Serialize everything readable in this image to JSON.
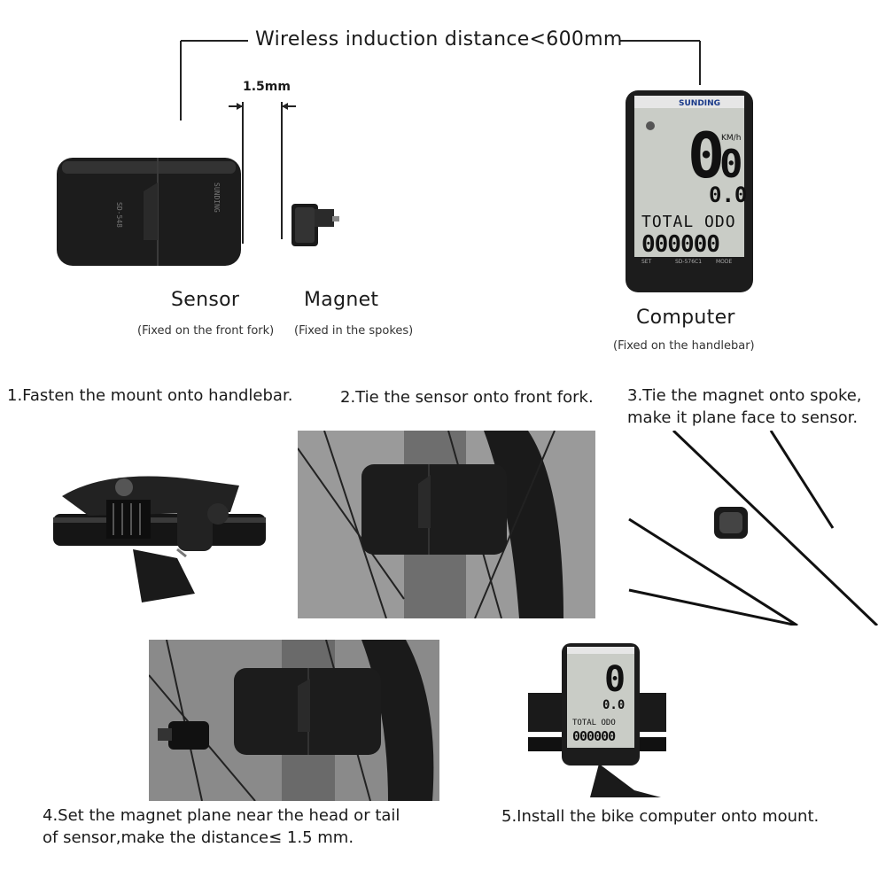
{
  "diagram": {
    "distance_label": "Wireless induction distance<600mm",
    "gap_label": "1.5mm",
    "sensor": {
      "title": "Sensor",
      "note": "(Fixed on the front fork)"
    },
    "magnet": {
      "title": "Magnet",
      "note": "(Fixed in the spokes)"
    },
    "computer": {
      "title": "Computer",
      "note": "(Fixed on the handlebar)"
    }
  },
  "lcd": {
    "brand": "SUNDING",
    "speed": "0",
    "speed_decimal": "0",
    "unit": "KM/h",
    "sub_value": "0.0",
    "mode_text": "TOTAL ODO",
    "odo": "000000",
    "buttons": [
      "SET",
      "SD-576C1",
      "MODE"
    ]
  },
  "steps": {
    "s1": "1.Fasten the mount onto handlebar.",
    "s2": "2.Tie the sensor onto front fork.",
    "s3_l1": "3.Tie the magnet onto spoke,",
    "s3_l2": "make it plane face to sensor.",
    "s4_l1": "4.Set the magnet plane near the head or tail",
    "s4_l2": "of sensor,make the distance≤ 1.5 mm.",
    "s5": "5.Install the bike computer onto mount."
  },
  "colors": {
    "device_body": "#1c1c1c",
    "lcd_screen": "#c9ccc6",
    "line": "#222222"
  }
}
